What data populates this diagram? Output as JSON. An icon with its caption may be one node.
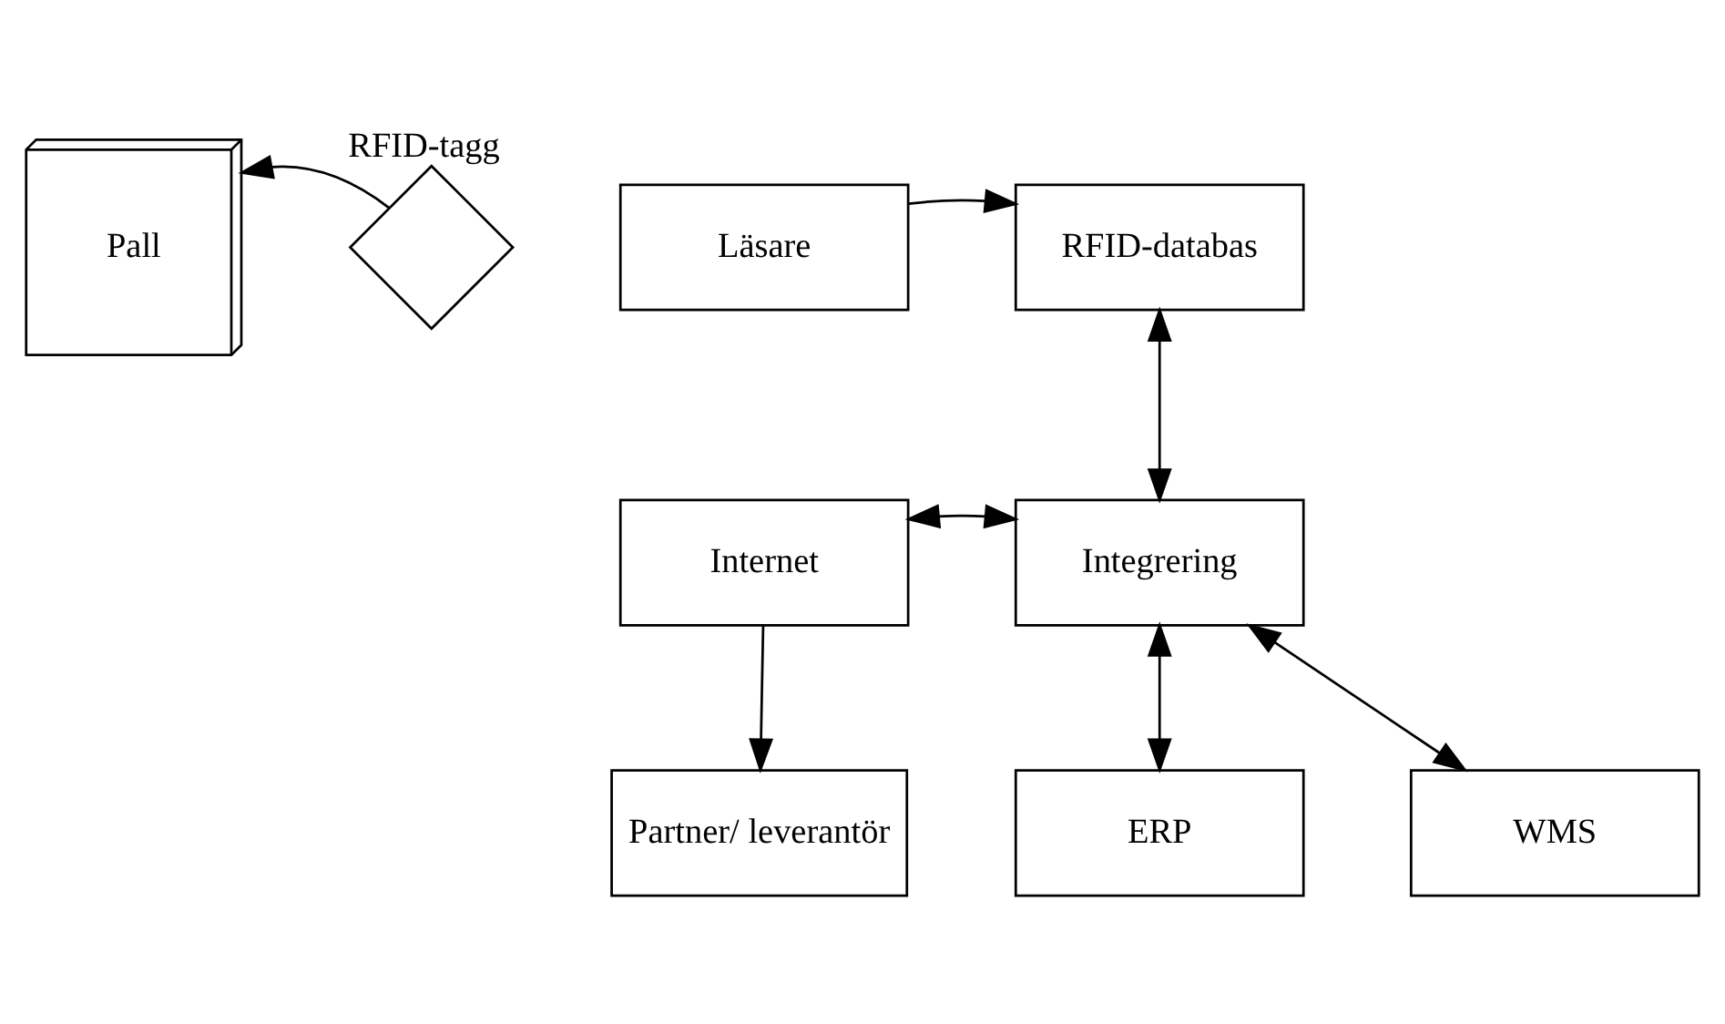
{
  "diagram": {
    "nodes": [
      {
        "text": [
          "Pall"
        ]
      },
      {
        "text": [],
        "shape": "diamond",
        "beside": [
          "RFID-tagg"
        ]
      },
      {
        "text": [
          "Läsare"
        ]
      },
      {
        "text": [
          "RFID-databas"
        ]
      },
      {
        "text": [
          "Internet"
        ]
      },
      {
        "text": [
          "Integrering"
        ]
      },
      {
        "text": [
          "Partner/ leverantör"
        ]
      },
      {
        "text": [
          "ERP"
        ]
      },
      {
        "text": [
          "WMS"
        ]
      }
    ],
    "edges": [
      {
        "from": 1,
        "to": 0,
        "arrow": "to"
      },
      {
        "from": 2,
        "to": 3,
        "arrow": "to"
      },
      {
        "from": 3,
        "to": 5,
        "arrow": "both"
      },
      {
        "from": 4,
        "to": 5,
        "arrow": "both"
      },
      {
        "from": 4,
        "to": 6,
        "arrow": "to"
      },
      {
        "from": 5,
        "to": 7,
        "arrow": "both"
      },
      {
        "from": 5,
        "to": 8,
        "arrow": "both"
      }
    ]
  }
}
